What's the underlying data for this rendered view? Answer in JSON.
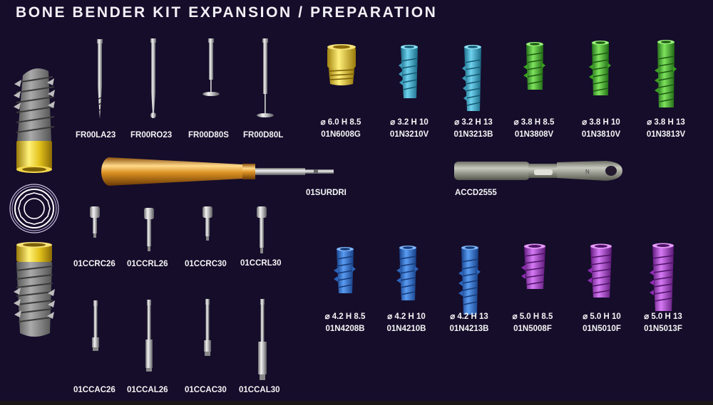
{
  "title": "BONE BENDER KIT EXPANSION / PREPARATION",
  "colors": {
    "background": "#160d2b",
    "gold": "#e8c21a",
    "titanium": "#8a8a8a",
    "cyan": "#3fa8c8",
    "green": "#45b52a",
    "blue": "#2c6fd0",
    "magenta": "#a43ccf"
  },
  "drill_burs": [
    {
      "code": "FR00LA23",
      "icon": "lance-bur-icon"
    },
    {
      "code": "FR00RO23",
      "icon": "round-bur-icon"
    },
    {
      "code": "FR00D80S",
      "icon": "disc-bur-short-icon"
    },
    {
      "code": "FR00D80L",
      "icon": "disc-bur-long-icon"
    }
  ],
  "handle": {
    "code": "01SURDRI",
    "icon": "surgical-driver-handle-icon"
  },
  "wrench": {
    "code": "ACCD2555",
    "icon": "torque-wrench-icon"
  },
  "ratchet_drivers": [
    {
      "code": "01CCRC26"
    },
    {
      "code": "01CCRL26"
    },
    {
      "code": "01CCRC30"
    },
    {
      "code": "01CCRL30"
    }
  ],
  "contra_angle_drivers": [
    {
      "code": "01CCAC26"
    },
    {
      "code": "01CCAL26"
    },
    {
      "code": "01CCAC30"
    },
    {
      "code": "01CCAL30"
    }
  ],
  "implants_top": [
    {
      "spec": "⌀ 6.0 H 8.5",
      "code": "01N6008G",
      "color": "gold"
    },
    {
      "spec": "⌀ 3.2 H 10",
      "code": "01N3210V",
      "color": "cyan"
    },
    {
      "spec": "⌀ 3.2 H 13",
      "code": "01N3213B",
      "color": "cyan"
    },
    {
      "spec": "⌀ 3.8 H 8.5",
      "code": "01N3808V",
      "color": "green"
    },
    {
      "spec": "⌀ 3.8 H 10",
      "code": "01N3810V",
      "color": "green"
    },
    {
      "spec": "⌀ 3.8 H 13",
      "code": "01N3813V",
      "color": "green"
    }
  ],
  "implants_bottom": [
    {
      "spec": "⌀ 4.2 H 8.5",
      "code": "01N4208B",
      "color": "blue"
    },
    {
      "spec": "⌀ 4.2 H 10",
      "code": "01N4210B",
      "color": "blue"
    },
    {
      "spec": "⌀ 4.2 H 13",
      "code": "01N4213B",
      "color": "blue"
    },
    {
      "spec": "⌀ 5.0 H 8.5",
      "code": "01N5008F",
      "color": "magenta"
    },
    {
      "spec": "⌀ 5.0 H 10",
      "code": "01N5010F",
      "color": "magenta"
    },
    {
      "spec": "⌀ 5.0 H 13",
      "code": "01N5013F",
      "color": "magenta"
    }
  ]
}
